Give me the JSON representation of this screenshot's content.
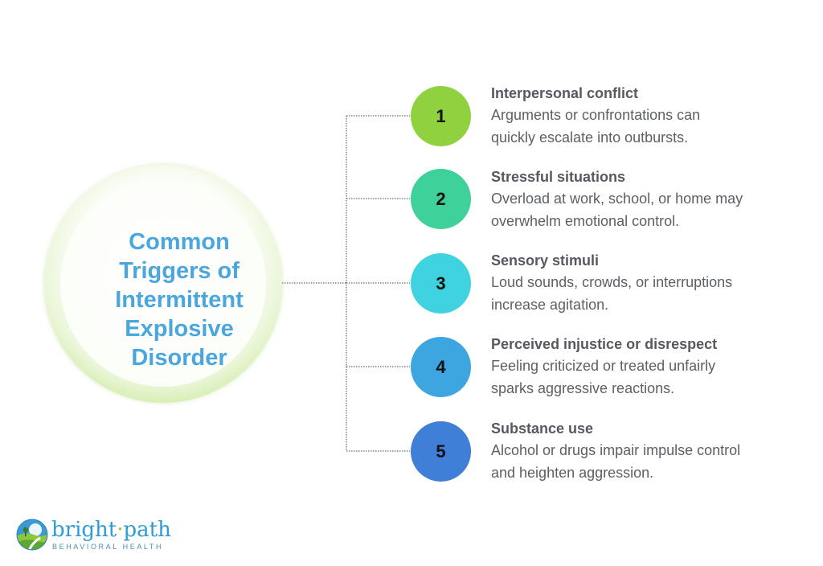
{
  "hub": {
    "title_lines": [
      "Common",
      "Triggers of",
      "Intermittent",
      "Explosive",
      "Disorder"
    ]
  },
  "triggers": [
    {
      "number": "1",
      "title": "Interpersonal conflict",
      "desc_lines": [
        "Arguments or confrontations can",
        "quickly escalate into outbursts."
      ],
      "color": "#8fd13f"
    },
    {
      "number": "2",
      "title": "Stressful situations",
      "desc_lines": [
        "Overload at work, school, or home may",
        "overwhelm emotional control."
      ],
      "color": "#3ed19a"
    },
    {
      "number": "3",
      "title": "Sensory stimuli",
      "desc_lines": [
        "Loud sounds, crowds, or interruptions",
        "increase agitation."
      ],
      "color": "#3fd3e0"
    },
    {
      "number": "4",
      "title": "Perceived injustice or disrespect",
      "desc_lines": [
        "Feeling criticized or treated unfairly",
        "sparks aggressive reactions."
      ],
      "color": "#3da5df"
    },
    {
      "number": "5",
      "title": "Substance use",
      "desc_lines": [
        "Alcohol or drugs impair impulse control",
        "and heighten aggression."
      ],
      "color": "#3f7fd8"
    }
  ],
  "logo": {
    "word_a": "bright",
    "separator": "·",
    "word_b": "path",
    "subtitle": "BEHAVIORAL HEALTH"
  },
  "colors": {
    "title_blue": "#4aa6dd",
    "hub_green": "#8ecd4c",
    "text_gray": "#5c6066",
    "connector": "#444444"
  }
}
